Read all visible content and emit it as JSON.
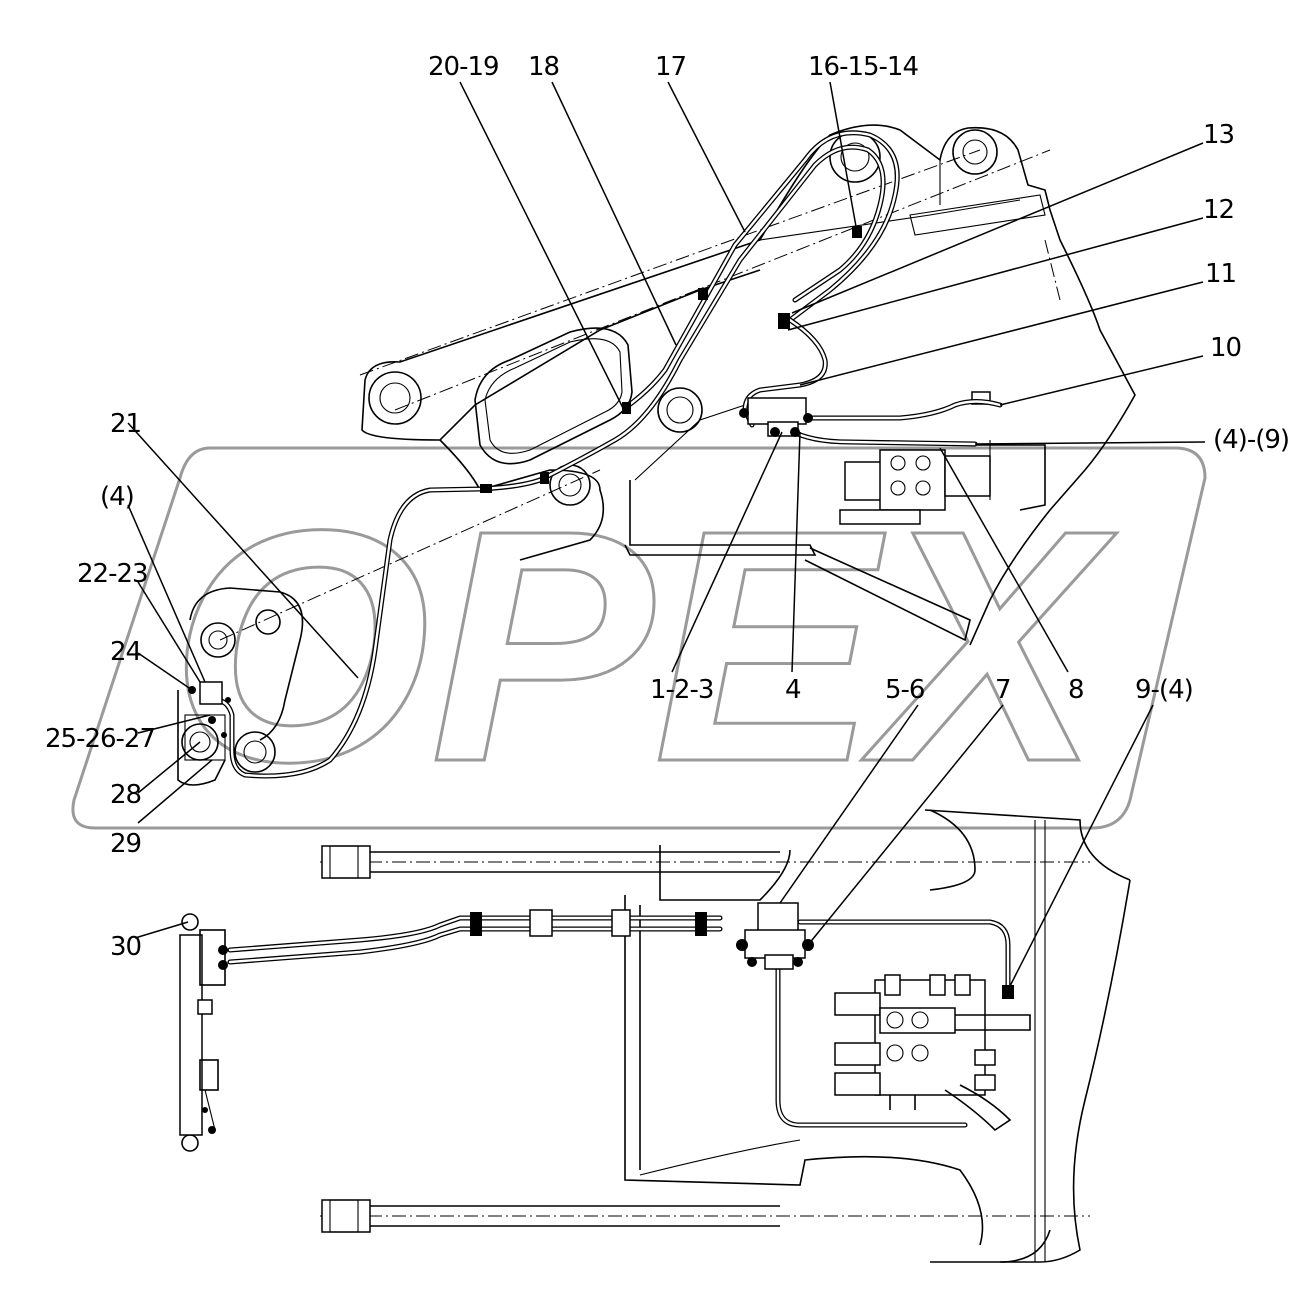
{
  "watermark": {
    "text": "OPEX",
    "color": "#9a9a9a",
    "note_type": "logo watermark"
  },
  "labels": {
    "l20_19": "20-19",
    "l18": "18",
    "l17": "17",
    "l16_15_14": "16-15-14",
    "l13": "13",
    "l12": "12",
    "l11": "11",
    "l10": "10",
    "l4_9": "(4)-(9)",
    "l21": "21",
    "l4_paren": "(4)",
    "l22_23": "22-23",
    "l24": "24",
    "l25_26_27": "25-26-27",
    "l28": "28",
    "l29": "29",
    "l1_2_3": "1-2-3",
    "l4": "4",
    "l5_6": "5-6",
    "l7": "7",
    "l8": "8",
    "l9_4": "9-(4)",
    "l30": "30"
  },
  "colors": {
    "line": "#000000",
    "background": "#ffffff",
    "watermark": "#9a9a9a"
  }
}
